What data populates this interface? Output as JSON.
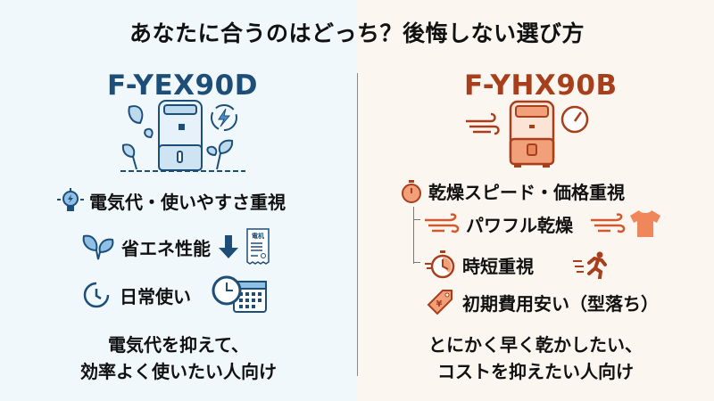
{
  "title": "あなたに合うのはどっち？後悔しない選び方",
  "colors": {
    "left_accent": "#1d4e78",
    "right_accent": "#a73f1c",
    "left_bg": "#f1f8fc",
    "right_bg": "#fcf6f0"
  },
  "left": {
    "model": "F-YEX90D",
    "icon": "dehumidifier-eco-icon",
    "features": [
      {
        "icon": "lightbulb-icon",
        "label": "電気代・使いやすさ重視"
      },
      {
        "icon": "leaf-icon",
        "label": "省エネ性能",
        "extra_icons": [
          "down-arrow-icon",
          "electric-bill-icon"
        ],
        "bill_text": "電机"
      },
      {
        "icon": "clock-refresh-icon",
        "label": "日常使い",
        "extra_icons": [
          "clock-calendar-icon"
        ]
      }
    ],
    "summary": [
      "電気代を抑えて、",
      "効率よく使いたい人向け"
    ]
  },
  "right": {
    "model": "F-YHX90B",
    "icon": "dehumidifier-speed-icon",
    "features": [
      {
        "icon": "stopwatch-icon",
        "label": "乾燥スピード・価格重視"
      },
      {
        "icon": "wind-icon",
        "label": "パワフル乾燥",
        "extra_icons": [
          "wind-icon",
          "tshirt-icon"
        ]
      },
      {
        "icon": "stopwatch-icon",
        "label": "時短重視",
        "extra_icons": [
          "running-person-icon"
        ]
      },
      {
        "icon": "price-tag-icon",
        "label": "初期費用安い（型落ち）",
        "tag_symbol": "¥"
      }
    ],
    "summary": [
      "とにかく早く乾かしたい、",
      "コストを抑えたい人向け"
    ]
  }
}
